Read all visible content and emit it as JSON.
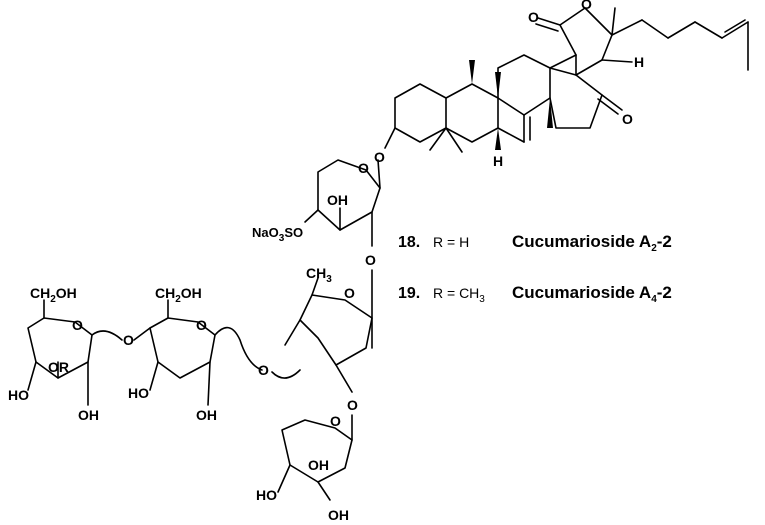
{
  "compounds": [
    {
      "number": "18.",
      "r_label": "R = H",
      "name_main": "Cucumarioside A",
      "name_sub": "2",
      "name_suffix": "-2"
    },
    {
      "number": "19.",
      "r_label_main": "R = CH",
      "r_label_sub": "3",
      "name_main": "Cucumarioside A",
      "name_sub": "4",
      "name_suffix": "-2"
    }
  ],
  "atoms": {
    "carbonyl_o_top": "O",
    "ring_o_lactone": "O",
    "ketone_o": "O",
    "h_top": "H",
    "h_mid": "H",
    "glyco_o": "O",
    "xyl_ring_o": "O",
    "xyl_oh": "OH",
    "sulfate_na": "Na",
    "sulfate_o": "O",
    "sulfate_o_sub": "3",
    "sulfate_so": "SO",
    "link_o_xyl_qui": "O",
    "qui_ring_o": "O",
    "qui_ch3_main": "CH",
    "qui_ch3_sub": "3",
    "link_o_qui_xyl2": "O",
    "xyl2_ring_o": "O",
    "xyl2_oh1": "OH",
    "xyl2_oh2": "OH",
    "xyl2_ho": "HO",
    "glc2_ch2oh": "CH",
    "glc2_ch2oh_sub": "2",
    "glc2_ch2oh_end": "OH",
    "glc2_ring_o": "O",
    "link_o_glc": "O",
    "glc2_ho": "HO",
    "glc2_oh": "OH",
    "glc1_ch2oh": "CH",
    "glc1_ch2oh_sub": "2",
    "glc1_ch2oh_end": "OH",
    "glc1_ring_o": "O",
    "glc1_or": "OR",
    "glc1_ho": "HO",
    "glc1_oh": "OH",
    "link_o_glc_glc": "O"
  }
}
